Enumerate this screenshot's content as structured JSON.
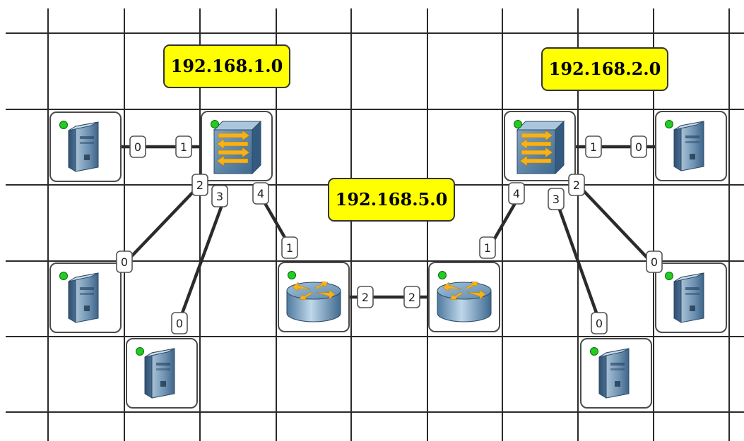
{
  "network_labels": [
    {
      "id": "net1",
      "text": "192.168.1.0"
    },
    {
      "id": "net2",
      "text": "192.168.2.0"
    },
    {
      "id": "net5",
      "text": "192.168.5.0"
    }
  ],
  "devices": [
    {
      "id": "pc1",
      "type": "pc",
      "status": "up"
    },
    {
      "id": "pc2",
      "type": "pc",
      "status": "up"
    },
    {
      "id": "pc3",
      "type": "pc",
      "status": "up"
    },
    {
      "id": "sw1",
      "type": "switch",
      "status": "up"
    },
    {
      "id": "r1",
      "type": "router",
      "status": "up"
    },
    {
      "id": "r2",
      "type": "router",
      "status": "up"
    },
    {
      "id": "sw2",
      "type": "switch",
      "status": "up"
    },
    {
      "id": "pc4",
      "type": "pc",
      "status": "up"
    },
    {
      "id": "pc5",
      "type": "pc",
      "status": "up"
    },
    {
      "id": "pc6",
      "type": "pc",
      "status": "up"
    }
  ],
  "links": [
    {
      "from": "pc1",
      "from_port": "0",
      "to": "sw1",
      "to_port": "1"
    },
    {
      "from": "pc2",
      "from_port": "0",
      "to": "sw1",
      "to_port": "2"
    },
    {
      "from": "pc3",
      "from_port": "0",
      "to": "sw1",
      "to_port": "3"
    },
    {
      "from": "r1",
      "from_port": "1",
      "to": "sw1",
      "to_port": "4"
    },
    {
      "from": "r1",
      "from_port": "2",
      "to": "r2",
      "to_port": "2"
    },
    {
      "from": "r2",
      "from_port": "1",
      "to": "sw2",
      "to_port": "4"
    },
    {
      "from": "pc4",
      "from_port": "0",
      "to": "sw2",
      "to_port": "1"
    },
    {
      "from": "pc5",
      "from_port": "0",
      "to": "sw2",
      "to_port": "2"
    },
    {
      "from": "pc6",
      "from_port": "0",
      "to": "sw2",
      "to_port": "3"
    }
  ],
  "colors": {
    "grid": "#2a2a2a",
    "label_fill": "#ffff00",
    "status_up": "#22cc22",
    "link": "#2b2b2b"
  }
}
